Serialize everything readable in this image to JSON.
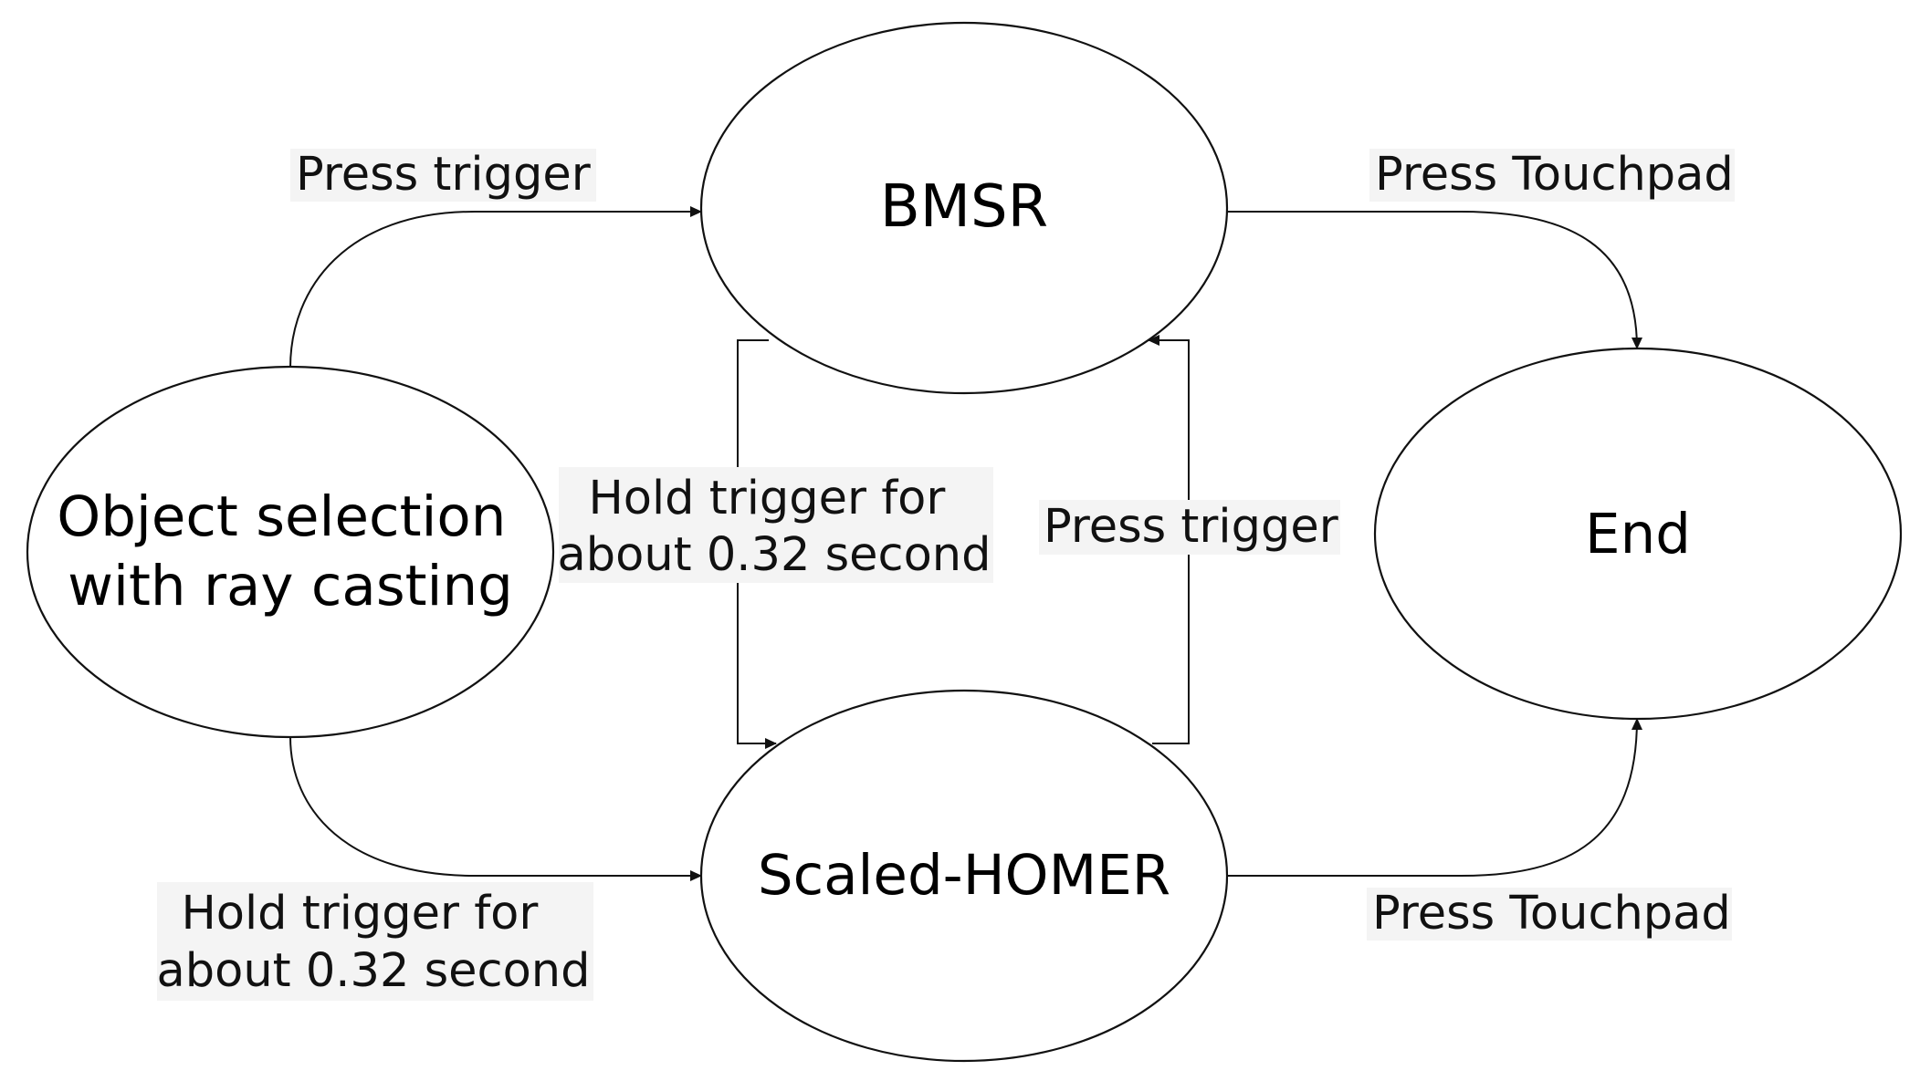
{
  "nodes": {
    "start": {
      "lines": [
        "Object selection",
        "with ray casting"
      ]
    },
    "bmsr": {
      "lines": [
        "BMSR"
      ]
    },
    "scaled_homer": {
      "lines": [
        "Scaled-HOMER"
      ]
    },
    "end": {
      "lines": [
        "End"
      ]
    }
  },
  "edges": {
    "start_to_bmsr": {
      "lines": [
        "Press trigger"
      ]
    },
    "start_to_scaled_homer": {
      "lines": [
        "Hold trigger for",
        "about 0.32 second"
      ]
    },
    "bmsr_to_scaled_homer": {
      "lines": [
        "Hold trigger for",
        "about 0.32 second"
      ]
    },
    "scaled_homer_to_bmsr": {
      "lines": [
        "Press trigger"
      ]
    },
    "bmsr_to_end": {
      "lines": [
        "Press Touchpad"
      ]
    },
    "scaled_homer_to_end": {
      "lines": [
        "Press Touchpad"
      ]
    }
  }
}
